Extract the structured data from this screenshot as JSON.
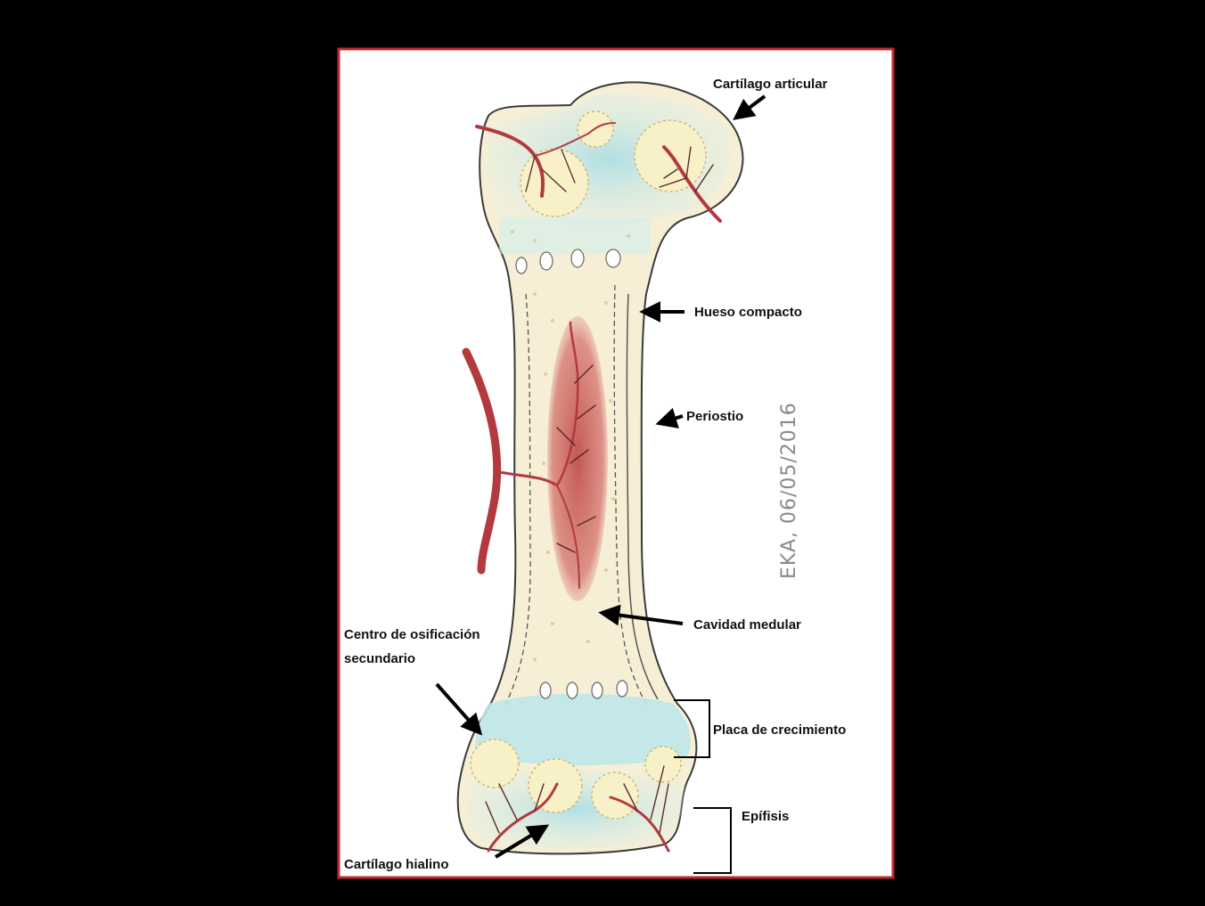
{
  "colors": {
    "background": "#000000",
    "frame_border": "#c0282d",
    "paper": "#ffffff",
    "bone_fill": "#f6efd6",
    "cartilage_blue": "#bfe6ea",
    "marrow_red": "#c0504d",
    "vessel_red": "#b23a3f",
    "outline": "#3a3a3a"
  },
  "labels": {
    "cartilago_articular": "Cartílago articular",
    "hueso_compacto": "Hueso compacto",
    "periostio": "Periostio",
    "cavidad_medular": "Cavidad medular",
    "centro_osificacion_line1": "Centro de osificación",
    "centro_osificacion_line2": "secundario",
    "placa_crecimiento": "Placa de crecimiento",
    "epifisis": "Epífisis",
    "cartilago_hialino": "Cartílago hialino"
  },
  "signature": "EKA, 06/05/2016"
}
